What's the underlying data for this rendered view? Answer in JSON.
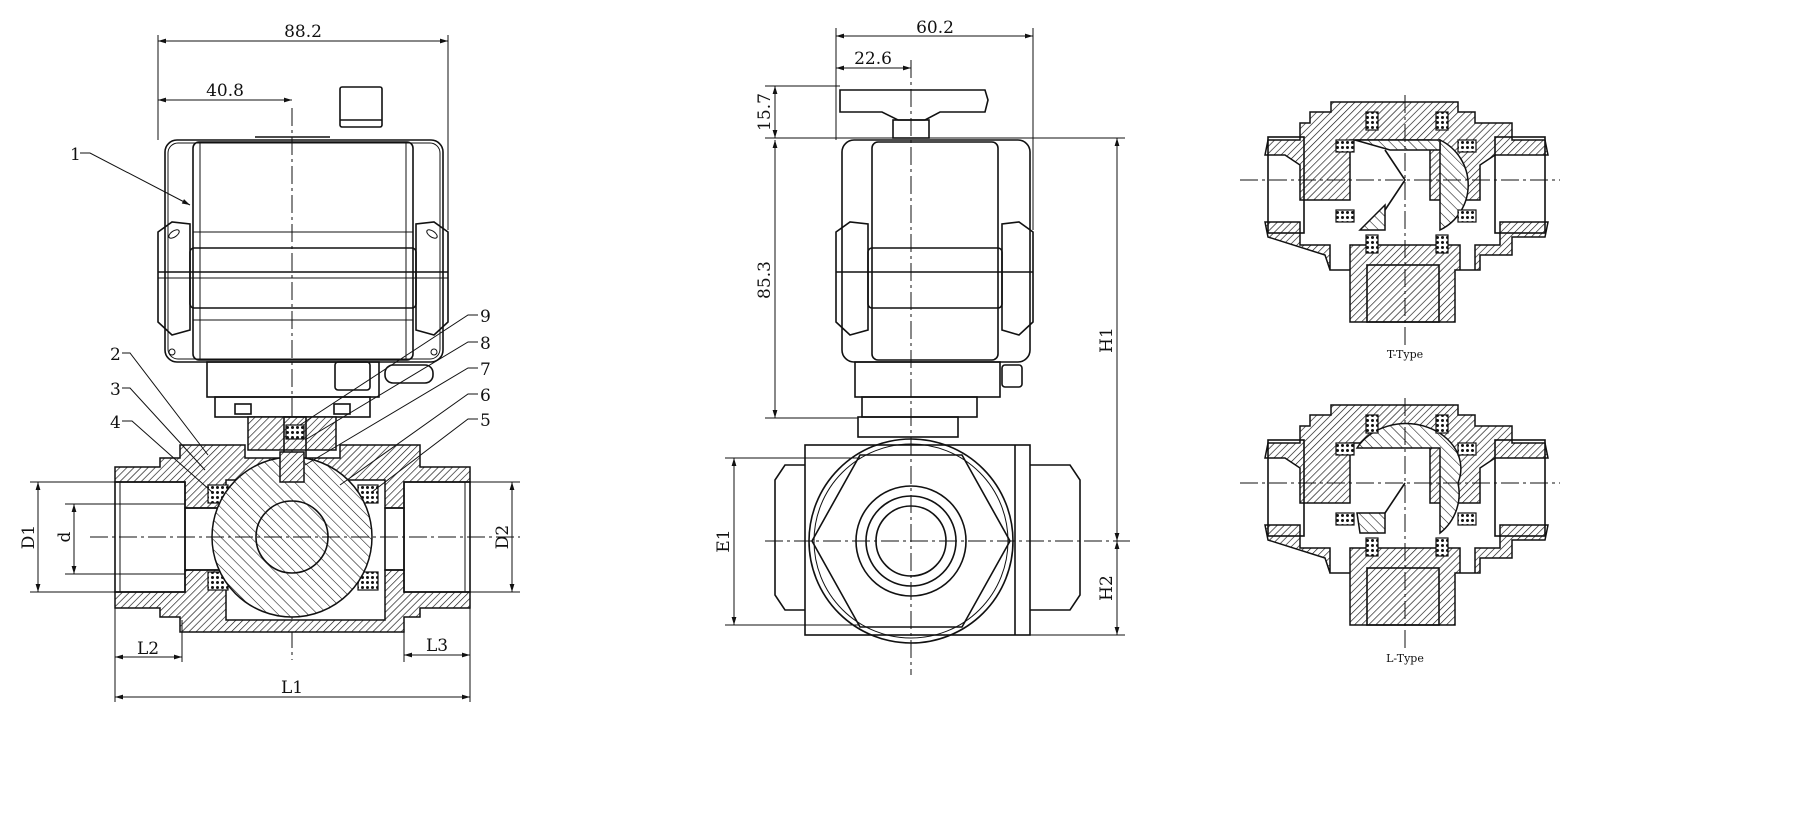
{
  "front_view": {
    "dims": {
      "overall_width": "88.2",
      "center_offset": "40.8",
      "D1": "D1",
      "d": "d",
      "D2": "D2",
      "L1": "L1",
      "L2": "L2",
      "L3": "L3"
    },
    "part_numbers": [
      "1",
      "2",
      "3",
      "4",
      "5",
      "6",
      "7",
      "8",
      "9"
    ]
  },
  "side_view": {
    "dims": {
      "overall_width": "60.2",
      "center_offset": "22.6",
      "handle_height": "15.7",
      "actuator_height": "85.3",
      "H1": "H1",
      "H2": "H2",
      "E1": "E1"
    }
  },
  "sections": {
    "t_type": "T-Type",
    "l_type": "L-Type"
  }
}
